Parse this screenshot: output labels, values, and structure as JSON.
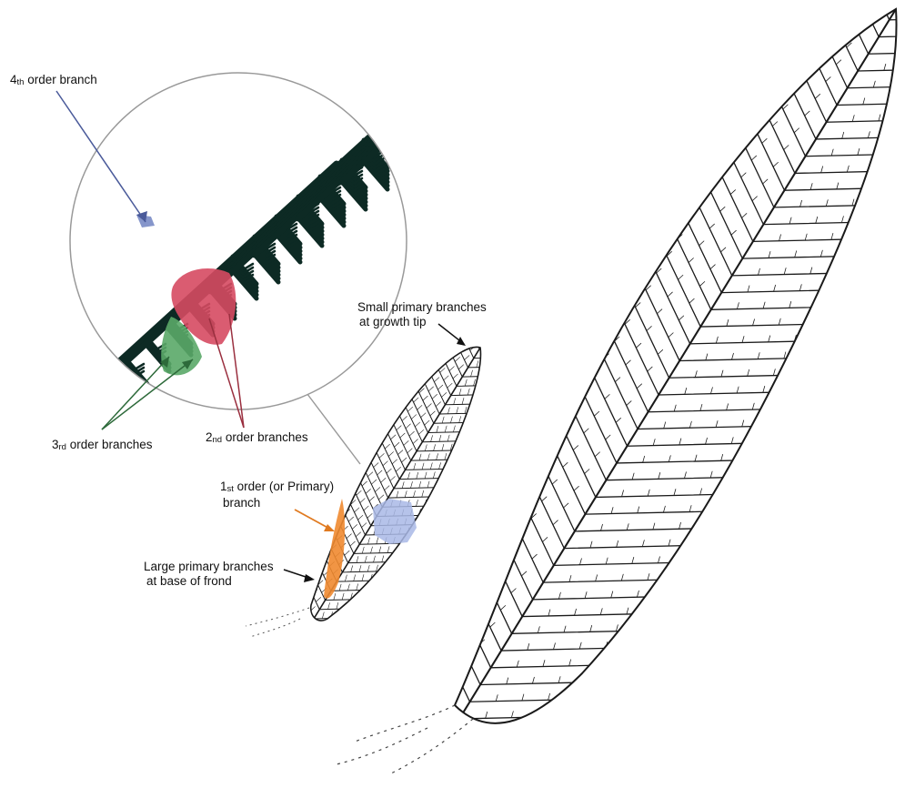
{
  "labels": {
    "fourth": {
      "ordinal": "4",
      "suffix": "th",
      "text": " order branch"
    },
    "third": {
      "ordinal": "3",
      "suffix": "rd",
      "text": " order branches"
    },
    "second": {
      "ordinal": "2",
      "suffix": "nd",
      "text": " order branches"
    },
    "first": {
      "ordinal": "1",
      "suffix": "st",
      "text": " order (or Primary)",
      "line2": "branch"
    },
    "small_primary": {
      "line1": "Small primary branches",
      "line2": "at growth tip"
    },
    "large_primary": {
      "line1": "Large primary branches",
      "line2": "at base of frond"
    }
  },
  "colors": {
    "fourth_order": "#8090c8",
    "third_order": "#5aa868",
    "second_order": "#d64a62",
    "first_order": "#f08a30",
    "highlight_patch": "#a9b9e6",
    "fossil_ink": "#1a1a1a",
    "magnifier_ink": "#0d2a24",
    "leader_fourth": "#4a5a9a",
    "leader_third": "#2d6a3a",
    "leader_second": "#9a2f3f",
    "leader_first": "#e07a20",
    "leader_black": "#111111",
    "lens_rim": "#999999"
  }
}
